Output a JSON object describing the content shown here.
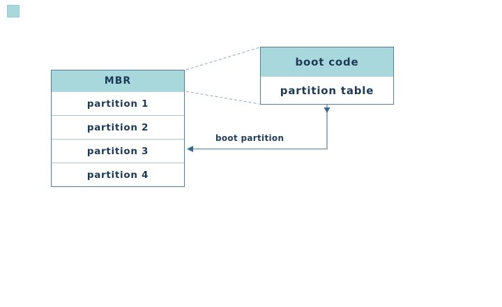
{
  "diagram": {
    "mbr_table": {
      "header": "MBR",
      "rows": [
        "partition 1",
        "partition 2",
        "partition 3",
        "partition 4"
      ]
    },
    "boot_box": {
      "header": "boot code",
      "row": "partition table"
    },
    "arrow_label": "boot partition"
  },
  "colors": {
    "teal_fill": "#a8d8db",
    "box_border": "#4d7d9c",
    "row_divider": "#a9c4d6",
    "text_navy": "#1c3a55",
    "dashed_line": "#9fb3c0",
    "connector_line": "#93a7b3",
    "arrowhead": "#336a93",
    "background": "#ffffff"
  }
}
